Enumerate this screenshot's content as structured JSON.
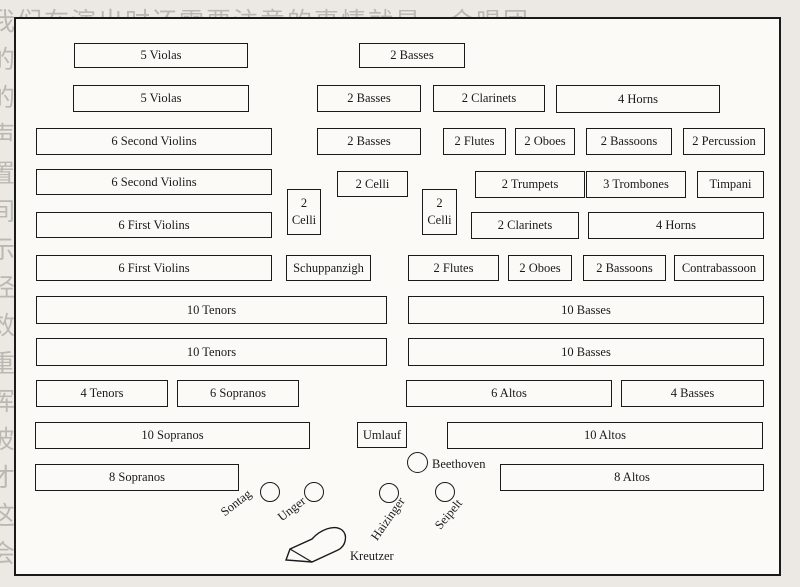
{
  "background_text": [
    "我们在演出时还需要注意的事情就是，合唱团",
    "的声部如何安排以及其他的事，而管弦乐团也照此",
    "的次序来做安排的，这样的话才能满足需要，在各",
    "声部之间需要有一些时间，而他们要按照如下的位",
    "置排列才能使得声音获得最大的效果，并且彼此之",
    "间获得平衡，在舞台上的各声部排列的方式如下所",
    "示，每个声部都有自己的位置，而且这个位置也是",
    "经过精心设计的，这样的话可以使整体获得和谐",
    "效果，我们可以看到合唱团和管弦乐团的位置非常",
    "重要，并且他们之间的距离也应该适当，以便于指",
    "挥能够很好地控制全局，使每一位演奏者都能听到",
    "彼此的声音，并且都能看到指挥的手势，这样演出",
    "才能顺利进行下去，获得最佳的舞台效果和评价",
    "这就是当时演出时的排列，一切都安排得井井有条",
    "会场的听众也都对这样的安排非常满意，并且称赞"
  ],
  "sections": {
    "violas_5a": "5 Violas",
    "violas_5b": "5 Violas",
    "second_violins_a": "6 Second Violins",
    "second_violins_b": "6 Second Violins",
    "first_violins_a": "6 First Violins",
    "first_violins_b": "6 First Violins",
    "basses_2a": "2 Basses",
    "basses_2b": "2 Basses",
    "basses_2c": "2 Basses",
    "clarinets_a": "2 Clarinets",
    "clarinets_b": "2 Clarinets",
    "horns_a": "4 Horns",
    "horns_b": "4 Horns",
    "flutes_a": "2 Flutes",
    "flutes_b": "2 Flutes",
    "oboes_a": "2 Oboes",
    "oboes_b": "2 Oboes",
    "bassoons_a": "2 Bassoons",
    "bassoons_b": "2 Bassoons",
    "percussion": "2 Percussion",
    "celli_2a": "2 Celli",
    "celli_left_num": "2",
    "celli_left_word": "Celli",
    "celli_right_num": "2",
    "celli_right_word": "Celli",
    "trumpets": "2 Trumpets",
    "trombones": "3 Trombones",
    "timpani": "Timpani",
    "schuppanzigh": "Schuppanzigh",
    "contrabassoon": "Contrabassoon",
    "tenors_10a": "10 Tenors",
    "tenors_10b": "10 Tenors",
    "basses_10a": "10 Basses",
    "basses_10b": "10 Basses",
    "tenors_4": "4 Tenors",
    "sopranos_6": "6 Sopranos",
    "altos_6": "6 Altos",
    "basses_4": "4 Basses",
    "sopranos_10": "10 Sopranos",
    "umlauf": "Umlauf",
    "altos_10": "10 Altos",
    "sopranos_8": "8 Sopranos",
    "altos_8": "8 Altos"
  },
  "soloists": {
    "beethoven": "Beethoven",
    "sontag": "Sontag",
    "unger": "Unger",
    "haizinger": "Haizinger",
    "seipelt": "Seipelt",
    "kreutzer": "Kreutzer"
  }
}
